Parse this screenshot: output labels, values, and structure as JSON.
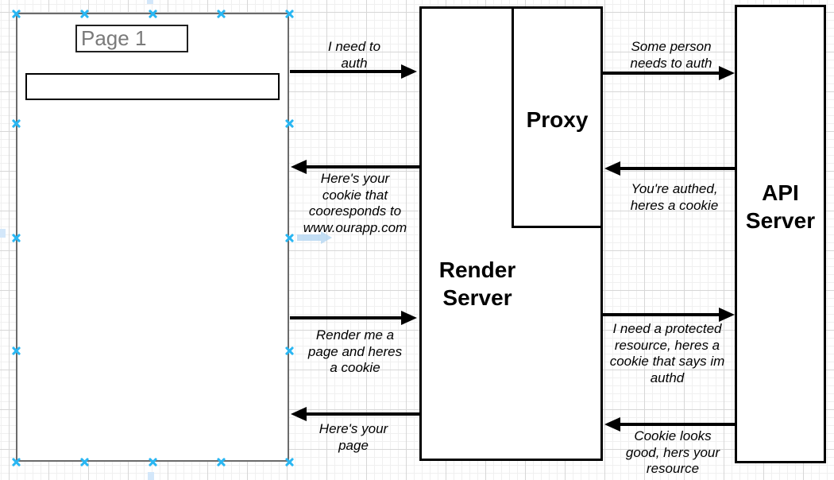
{
  "diagram": {
    "browser_panel": {
      "page_label": "Page 1"
    },
    "nodes": {
      "render_server": {
        "label": "Render\nServer"
      },
      "proxy": {
        "label": "Proxy"
      },
      "api_server": {
        "label": "API\nServer"
      }
    },
    "arrows": {
      "need_auth": {
        "label": "I need to\nauth",
        "direction": "right",
        "from": "browser-page",
        "to": "render-server"
      },
      "some_person_auth": {
        "label": "Some person\nneeds to auth",
        "direction": "right",
        "from": "proxy",
        "to": "api-server"
      },
      "cookie_corresponds": {
        "label": "Here's your\ncookie that\ncooresponds to\nwww.ourapp.com",
        "direction": "left",
        "from": "render-server",
        "to": "browser-page"
      },
      "youre_authed": {
        "label": "You're authed,\nheres a cookie",
        "direction": "left",
        "from": "api-server",
        "to": "proxy"
      },
      "render_me": {
        "label": "Render me a\npage and heres\na cookie",
        "direction": "right",
        "from": "browser-page",
        "to": "render-server"
      },
      "need_protected": {
        "label": "I need a protected\nresource, heres a\ncookie that says im\nauthd",
        "direction": "right",
        "from": "render-server",
        "to": "api-server"
      },
      "heres_page": {
        "label": "Here's your\npage",
        "direction": "left",
        "from": "render-server",
        "to": "browser-page"
      },
      "cookie_looks_good": {
        "label": "Cookie looks\ngood, hers your\nresource",
        "direction": "left",
        "from": "api-server",
        "to": "render-server"
      }
    },
    "colors": {
      "selection_handle": "#29b6f2",
      "arrow": "#000000",
      "panel_border": "#6b6b6b",
      "page_label_text": "#7a7a7a",
      "hint_blue": "#b5d7f2"
    }
  }
}
